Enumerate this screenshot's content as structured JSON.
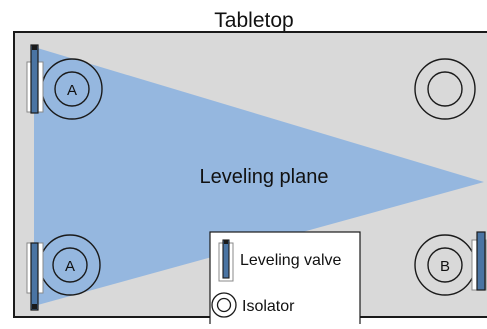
{
  "title": "Tabletop",
  "plane_label": "Leveling plane",
  "isolators": [
    {
      "id": "top-left",
      "label": "A"
    },
    {
      "id": "top-right",
      "label": ""
    },
    {
      "id": "bottom-left",
      "label": "A"
    },
    {
      "id": "bottom-right",
      "label": "B"
    }
  ],
  "legend": {
    "valve_label": "Leveling valve",
    "isolator_label": "Isolator"
  },
  "colors": {
    "table_fill": "#d9d9d9",
    "outline": "#1a1a1a",
    "plane_fill": "#8fb4df",
    "valve_fill": "#4a74a3",
    "legend_bg": "#ffffff"
  }
}
